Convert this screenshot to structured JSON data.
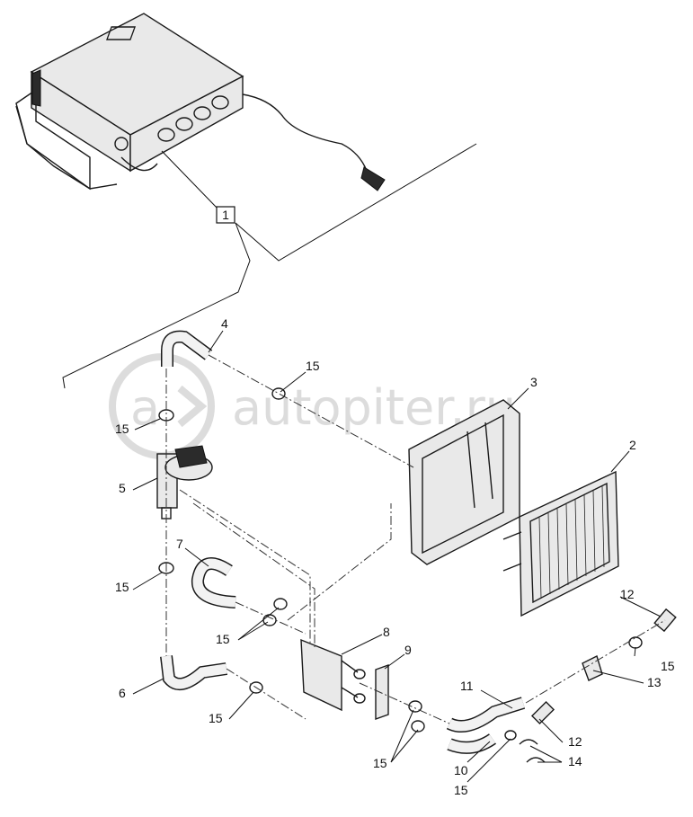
{
  "watermark": {
    "text": "autopiter.ru"
  },
  "callouts": [
    {
      "id": "c1",
      "text": "1"
    },
    {
      "id": "c2",
      "text": "2"
    },
    {
      "id": "c3",
      "text": "3"
    },
    {
      "id": "c4",
      "text": "4"
    },
    {
      "id": "c5",
      "text": "5"
    },
    {
      "id": "c6",
      "text": "6"
    },
    {
      "id": "c7",
      "text": "7"
    },
    {
      "id": "c8",
      "text": "8"
    },
    {
      "id": "c9",
      "text": "9"
    },
    {
      "id": "c10",
      "text": "10"
    },
    {
      "id": "c11",
      "text": "11"
    },
    {
      "id": "c12a",
      "text": "12"
    },
    {
      "id": "c12b",
      "text": "12"
    },
    {
      "id": "c13",
      "text": "13"
    },
    {
      "id": "c14",
      "text": "14"
    },
    {
      "id": "c15a",
      "text": "15"
    },
    {
      "id": "c15b",
      "text": "15"
    },
    {
      "id": "c15c",
      "text": "15"
    },
    {
      "id": "c15d",
      "text": "15"
    },
    {
      "id": "c15e",
      "text": "15"
    },
    {
      "id": "c15f",
      "text": "15"
    },
    {
      "id": "c15g",
      "text": "15"
    },
    {
      "id": "c15h",
      "text": "15"
    }
  ]
}
